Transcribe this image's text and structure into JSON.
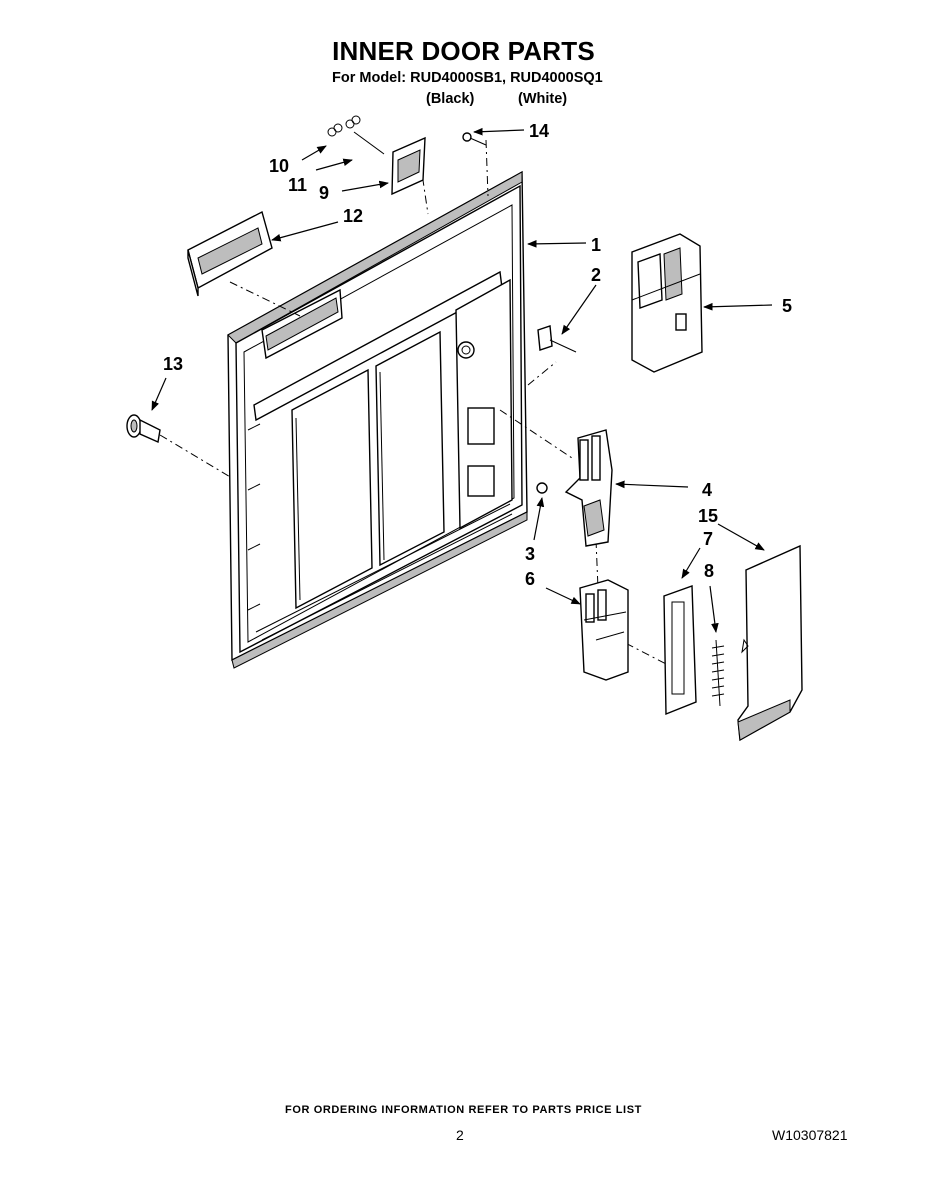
{
  "header": {
    "title": "INNER DOOR PARTS",
    "subtitle": "For Model: RUD4000SB1, RUD4000SQ1",
    "variant_black": "(Black)",
    "variant_white": "(White)"
  },
  "callouts": [
    "1",
    "2",
    "3",
    "4",
    "5",
    "6",
    "7",
    "8",
    "9",
    "10",
    "11",
    "12",
    "13",
    "14",
    "15"
  ],
  "footer": {
    "note": "FOR ORDERING INFORMATION REFER TO PARTS PRICE LIST",
    "page_number": "2",
    "doc_number": "W10307821"
  }
}
